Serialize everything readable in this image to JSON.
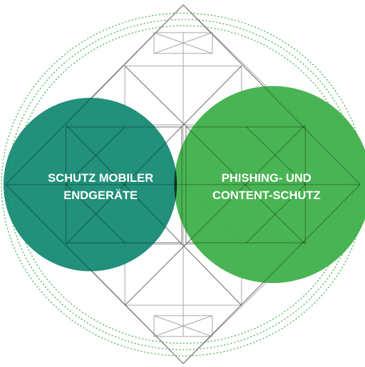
{
  "left_circle": {
    "line1": "SCHUTZ MOBILER",
    "line2": "ENDGERÄTE",
    "color": "#168a74"
  },
  "right_circle": {
    "line1": "PHISHING- UND",
    "line2": "CONTENT-SCHUTZ",
    "color": "#3fb04a"
  },
  "overlap_color": "#0c3a22",
  "background_pattern": {
    "line_color": "#a6a6a6",
    "dotted_ring_color": "#3fb04a"
  }
}
